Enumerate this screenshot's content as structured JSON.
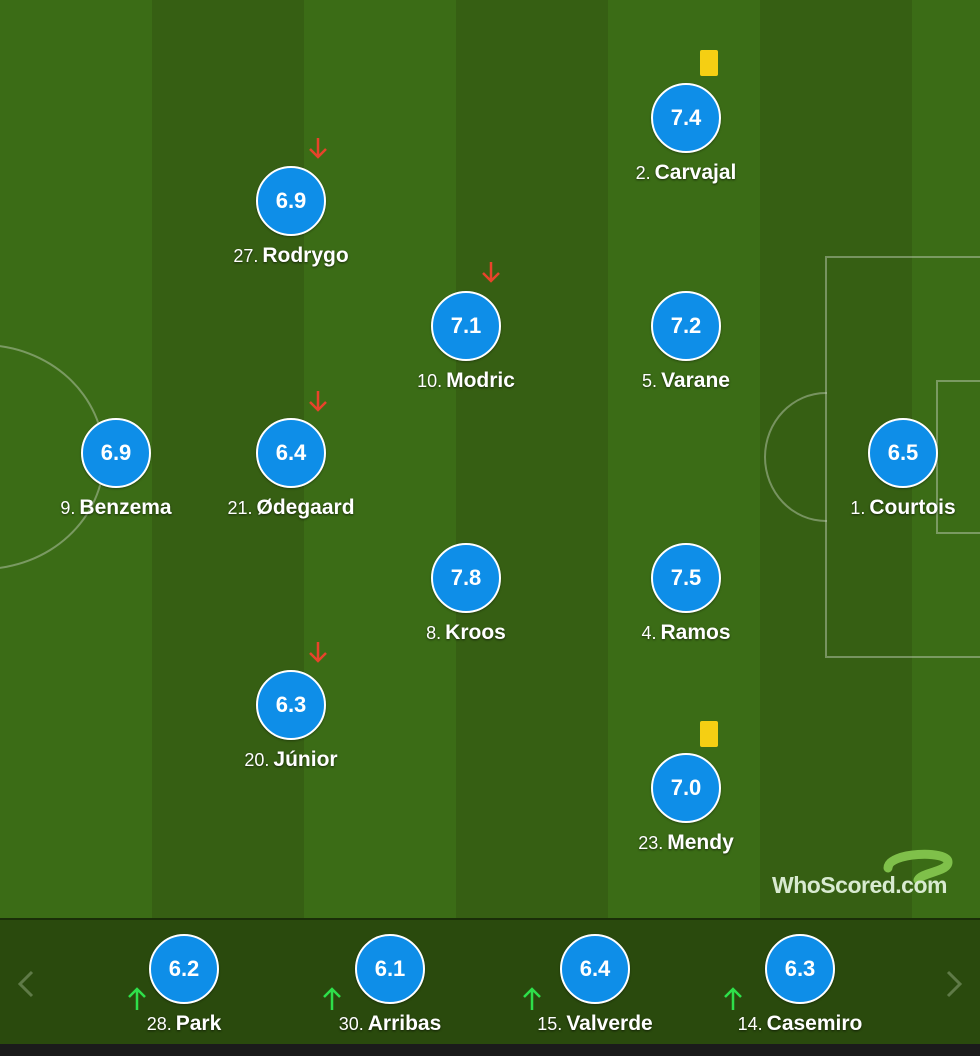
{
  "pitch": {
    "colors": {
      "stripe_light": "#3b6c16",
      "stripe_dark": "#365f13",
      "rating_badge": "#0e8ee8",
      "yellow_card": "#f5cf13",
      "sub_off": "#e8432b",
      "sub_on": "#2ee04a"
    }
  },
  "players": [
    {
      "number": "2.",
      "name": "Carvajal",
      "rating": "7.4",
      "yellow_card": true,
      "subbed_off": false
    },
    {
      "number": "27.",
      "name": "Rodrygo",
      "rating": "6.9",
      "yellow_card": false,
      "subbed_off": true
    },
    {
      "number": "10.",
      "name": "Modric",
      "rating": "7.1",
      "yellow_card": false,
      "subbed_off": true
    },
    {
      "number": "5.",
      "name": "Varane",
      "rating": "7.2",
      "yellow_card": false,
      "subbed_off": false
    },
    {
      "number": "9.",
      "name": "Benzema",
      "rating": "6.9",
      "yellow_card": false,
      "subbed_off": false
    },
    {
      "number": "21.",
      "name": "Ødegaard",
      "rating": "6.4",
      "yellow_card": false,
      "subbed_off": true
    },
    {
      "number": "1.",
      "name": "Courtois",
      "rating": "6.5",
      "yellow_card": false,
      "subbed_off": false
    },
    {
      "number": "8.",
      "name": "Kroos",
      "rating": "7.8",
      "yellow_card": false,
      "subbed_off": false
    },
    {
      "number": "4.",
      "name": "Ramos",
      "rating": "7.5",
      "yellow_card": false,
      "subbed_off": false
    },
    {
      "number": "20.",
      "name": "Júnior",
      "rating": "6.3",
      "yellow_card": false,
      "subbed_off": true
    },
    {
      "number": "23.",
      "name": "Mendy",
      "rating": "7.0",
      "yellow_card": true,
      "subbed_off": false
    }
  ],
  "substitutes": [
    {
      "number": "28.",
      "name": "Park",
      "rating": "6.2",
      "subbed_on": true
    },
    {
      "number": "30.",
      "name": "Arribas",
      "rating": "6.1",
      "subbed_on": true
    },
    {
      "number": "15.",
      "name": "Valverde",
      "rating": "6.4",
      "subbed_on": true
    },
    {
      "number": "14.",
      "name": "Casemiro",
      "rating": "6.3",
      "subbed_on": true
    }
  ],
  "brand": {
    "name": "WhoScored",
    "suffix": ".com"
  },
  "icons": {
    "prev": "chevron-left-icon",
    "next": "chevron-right-icon",
    "sub_off": "arrow-down-icon",
    "sub_on": "arrow-up-icon",
    "card": "yellow-card-icon"
  }
}
